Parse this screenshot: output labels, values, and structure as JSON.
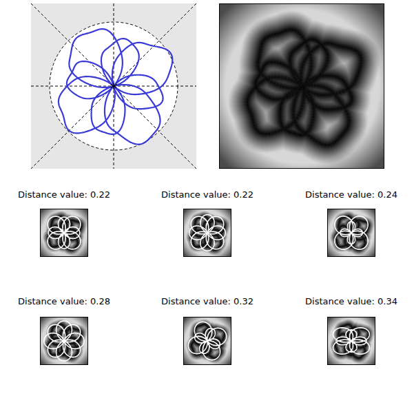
{
  "diagram": {
    "labels": [
      "Distance value: 0.22",
      "Distance value: 0.22",
      "Distance value: 0.24",
      "Distance value: 0.28",
      "Distance value: 0.32",
      "Distance value: 0.34"
    ]
  }
}
